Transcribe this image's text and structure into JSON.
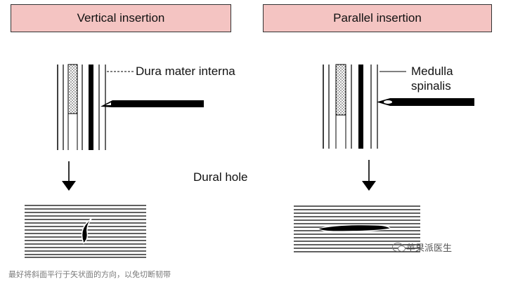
{
  "headers": {
    "left": "Vertical insertion",
    "right": "Parallel insertion"
  },
  "labels": {
    "dura": "Dura mater interna",
    "medulla_line1": "Medulla",
    "medulla_line2": "spinalis",
    "dural_hole": "Dural hole"
  },
  "caption": "最好将斜面平行于矢状面的方向，以免切断韧带",
  "watermark": "苹果派医生",
  "colors": {
    "header_fill": "#f4c4c2",
    "ink": "#000000",
    "caption": "#7a7a7a"
  }
}
